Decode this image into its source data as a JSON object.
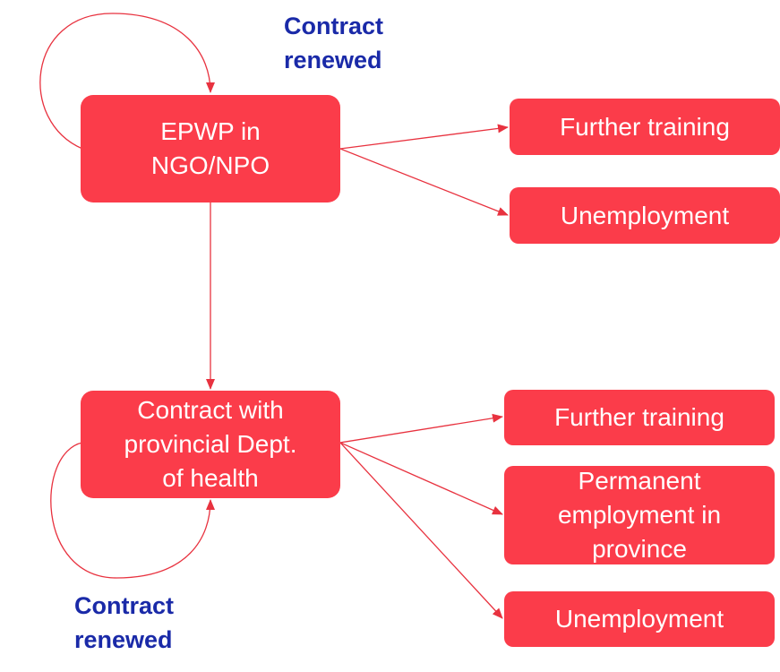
{
  "diagram": {
    "labels": {
      "contract_renewed_top": "Contract\nrenewed",
      "contract_renewed_bottom": "Contract\nrenewed"
    },
    "nodes": {
      "epwp": "EPWP in\nNGO/NPO",
      "further_training_1": "Further  training",
      "unemployment_1": "Unemployment",
      "contract_provincial": "Contract  with\nprovincial  Dept.\nof health",
      "further_training_2": "Further  training",
      "permanent_employment": "Permanent\nemployment  in\nprovince",
      "unemployment_2": "Unemployment"
    },
    "colors": {
      "node_fill": "#fb3c4a",
      "node_text": "#ffffff",
      "arrow": "#e8323f",
      "label_text": "#1a2aa8"
    }
  }
}
